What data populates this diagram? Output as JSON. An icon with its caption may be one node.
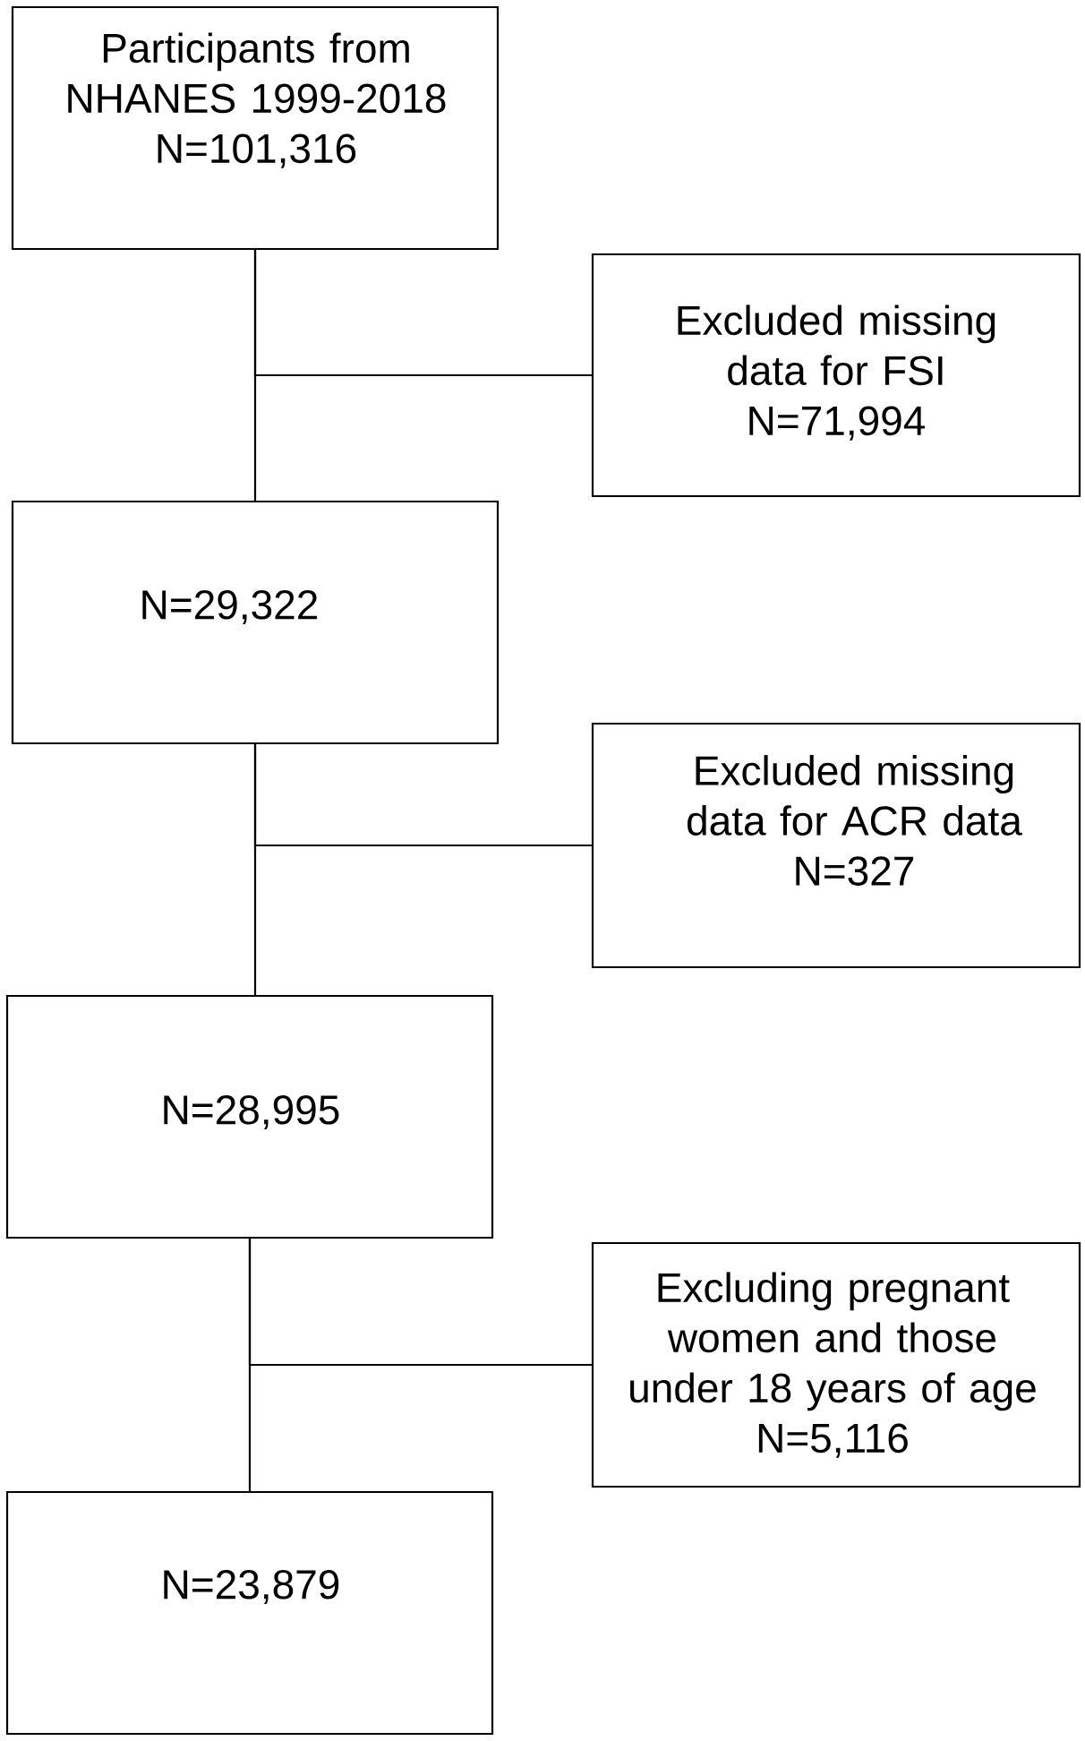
{
  "diagram": {
    "nodes": [
      {
        "text": [
          "Participants from NHANES 1999-2018",
          "N=101,316"
        ]
      },
      {
        "text": [
          "Excluded missing data for FSI",
          "N=71,994"
        ]
      },
      {
        "text": [
          "N=29,322"
        ]
      },
      {
        "text": [
          "Excluded missing data for ACR data",
          "N=327"
        ]
      },
      {
        "text": [
          "N=28,995"
        ]
      },
      {
        "text": [
          "Excluding pregnant women and those under 18 years of age",
          "N=5,116"
        ]
      },
      {
        "text": [
          "N=23,879"
        ]
      }
    ],
    "edges": [
      {
        "from": 0,
        "to": 2,
        "arrow": "none"
      },
      {
        "from": 0,
        "to": 1,
        "arrow": "none"
      },
      {
        "from": 2,
        "to": 4,
        "arrow": "none"
      },
      {
        "from": 2,
        "to": 3,
        "arrow": "none"
      },
      {
        "from": 4,
        "to": 6,
        "arrow": "none"
      },
      {
        "from": 4,
        "to": 5,
        "arrow": "none"
      }
    ]
  }
}
